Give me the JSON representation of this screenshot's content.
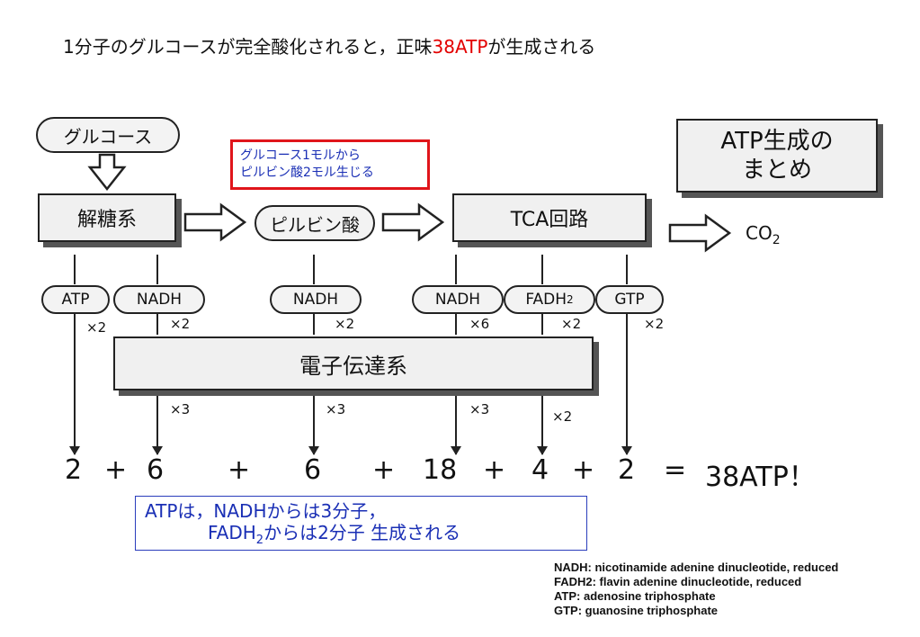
{
  "title": {
    "prefix": "1分子のグルコースが完全酸化されると，正味",
    "highlight": "38ATP",
    "suffix": "が生成される"
  },
  "nodes": {
    "glucose": "グルコース",
    "glycolysis": "解糖系",
    "pyruvate": "ピルビン酸",
    "tca": "TCA回路",
    "summary_line1": "ATP生成の",
    "summary_line2": "まとめ",
    "co2": "CO",
    "co2_sub": "2",
    "etc": "電子伝達系"
  },
  "note_red": {
    "line1": "グルコース1モルから",
    "line2": "ピルビン酸2モル生じる"
  },
  "products": {
    "atp": "ATP",
    "nadh1": "NADH",
    "nadh2": "NADH",
    "nadh3": "NADH",
    "fadh": "FADH",
    "fadh_sub": "2",
    "gtp": "GTP"
  },
  "multipliers": {
    "atp": "×2",
    "nadh1": "×2",
    "nadh2": "×2",
    "nadh3": "×6",
    "fadh": "×2",
    "gtp": "×2",
    "etc1": "×3",
    "etc2": "×3",
    "etc3": "×3",
    "etc4": "×2"
  },
  "sum": [
    "2",
    "+",
    "6",
    "+",
    "6",
    "+",
    "18",
    "+",
    "4",
    "+",
    "2",
    "=",
    "38ATP！"
  ],
  "note_blue": {
    "line1": "ATPは，NADHからは3分子，",
    "line2_a": "FADH",
    "line2_sub": "2",
    "line2_b": "からは2分子 生成される"
  },
  "glossary": [
    "NADH:  nicotinamide adenine dinucleotide, reduced",
    "FADH2:  flavin adenine dinucleotide, reduced",
    "ATP:  adenosine triphosphate",
    "GTP:  guanosine triphosphate"
  ],
  "colors": {
    "highlight": "#e30000",
    "note_red_border": "#e0151b",
    "note_text": "#1a2fb5"
  }
}
